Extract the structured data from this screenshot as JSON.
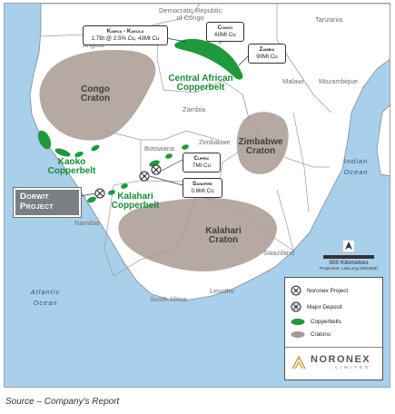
{
  "countries": {
    "drc": "Democratic Republic\nof Congo",
    "angola": "Angola",
    "tanzania": "Tanzania",
    "malawi": "Malawi",
    "mozambique": "Mozambique",
    "zambia": "Zambia",
    "zimbabwe": "Zimbabwe",
    "botswana": "Botswana",
    "namibia": "Namibia",
    "south_africa": "South Africa",
    "lesotho": "Lesotho",
    "swaziland": "Swaziland"
  },
  "cratons": {
    "congo": "Congo\nCraton",
    "zimbabwe": "Zimbabwe\nCraton",
    "kalahari": "Kalahari\nCraton"
  },
  "copperbelts": {
    "central_african": "Central African\nCopperbelt",
    "kaoko": "Kaoko\nCopperbelt",
    "kalahari": "Kalahari\nCopperbelt"
  },
  "oceans": {
    "atlantic": "Atlantic\nOcean",
    "indian": "Indian\nOcean"
  },
  "deposits": {
    "kamoa_kakula": {
      "name": "Kamoa - Kakula",
      "detail": "1.7Bt @ 2.5% Cu, 43Mt Cu"
    },
    "congo": {
      "name": "Congo",
      "detail": "60Mt Cu"
    },
    "zambia": {
      "name": "Zambia",
      "detail": "90Mt Cu"
    },
    "cupric": {
      "name": "Cupric",
      "detail": "7Mt Cu"
    },
    "sandfire": {
      "name": "Sandfire",
      "detail": "0.6Mt Cu"
    }
  },
  "project_label": "Dorwit\nProject",
  "scale": {
    "label": "500 Kilometres",
    "projection": "Projection: Lat/Long (WGS84)"
  },
  "legend": {
    "items": [
      {
        "label": "Noronex Project",
        "icon": "circle-x-white"
      },
      {
        "label": "Major Deposit",
        "icon": "circle-x-grey"
      },
      {
        "label": "Copperbelts",
        "icon": "green-ellipse"
      },
      {
        "label": "Cratons",
        "icon": "brown-ellipse"
      }
    ],
    "logo_text": "NORONEX",
    "logo_sub": "LIMITED"
  },
  "caption": "Source – Company's Report",
  "colors": {
    "ocean": "#a9d0ea",
    "land": "#ffffff",
    "craton": "#a89a91",
    "copperbelt": "#1e9a3c",
    "border": "#9a9a9a",
    "logo_gold": "#c9a24a"
  }
}
